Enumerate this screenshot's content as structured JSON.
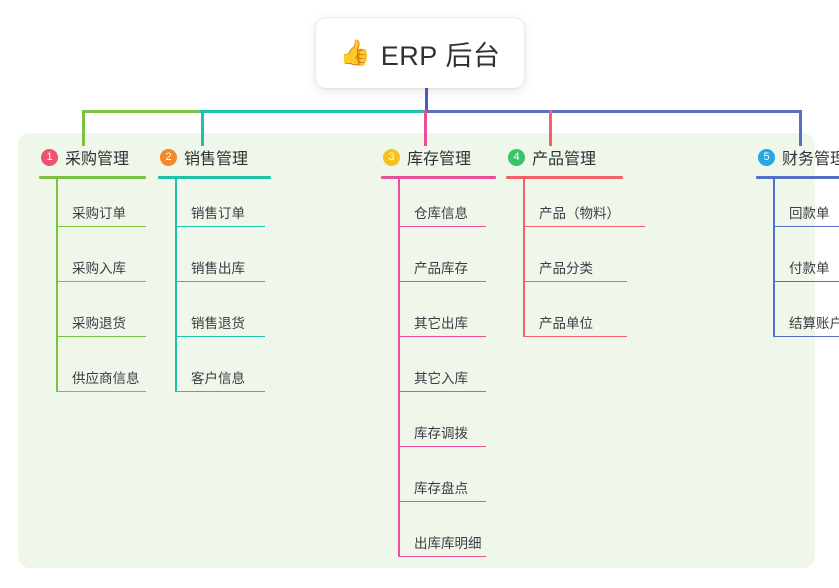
{
  "diagram": {
    "type": "mindmap",
    "title": {
      "icon": "thumbs-up-icon",
      "icon_glyph": "👍",
      "text": "ERP 后台"
    },
    "trunk_color": "#4a5cc4",
    "panel_color": "#eef7e9",
    "columns": [
      {
        "number": "1",
        "label": "采购管理",
        "badge_color": "#ef5370",
        "accent": "#7cc242",
        "items": [
          {
            "label": "采购订单"
          },
          {
            "label": "采购入库"
          },
          {
            "label": "采购退货"
          },
          {
            "label": "供应商信息"
          }
        ]
      },
      {
        "number": "2",
        "label": "销售管理",
        "badge_color": "#f1892d",
        "accent": "#1ec2a8",
        "items": [
          {
            "label": "销售订单"
          },
          {
            "label": "销售出库"
          },
          {
            "label": "销售退货"
          },
          {
            "label": "客户信息"
          }
        ]
      },
      {
        "number": "3",
        "label": "库存管理",
        "badge_color": "#f5c11e",
        "accent": "#ea4f9e",
        "items": [
          {
            "label": "仓库信息"
          },
          {
            "label": "产品库存"
          },
          {
            "label": "其它出库"
          },
          {
            "label": "其它入库"
          },
          {
            "label": "库存调拨"
          },
          {
            "label": "库存盘点"
          },
          {
            "label": "出库库明细"
          }
        ]
      },
      {
        "number": "4",
        "label": "产品管理",
        "badge_color": "#3cc268",
        "accent": "#f4616b",
        "items": [
          {
            "label": "产品（物料）"
          },
          {
            "label": "产品分类"
          },
          {
            "label": "产品单位"
          }
        ]
      },
      {
        "number": "5",
        "label": "财务管理",
        "badge_color": "#25a8e0",
        "accent": "#5470c6",
        "items": [
          {
            "label": "回款单"
          },
          {
            "label": "付款单"
          },
          {
            "label": "结算账户"
          }
        ]
      }
    ]
  }
}
